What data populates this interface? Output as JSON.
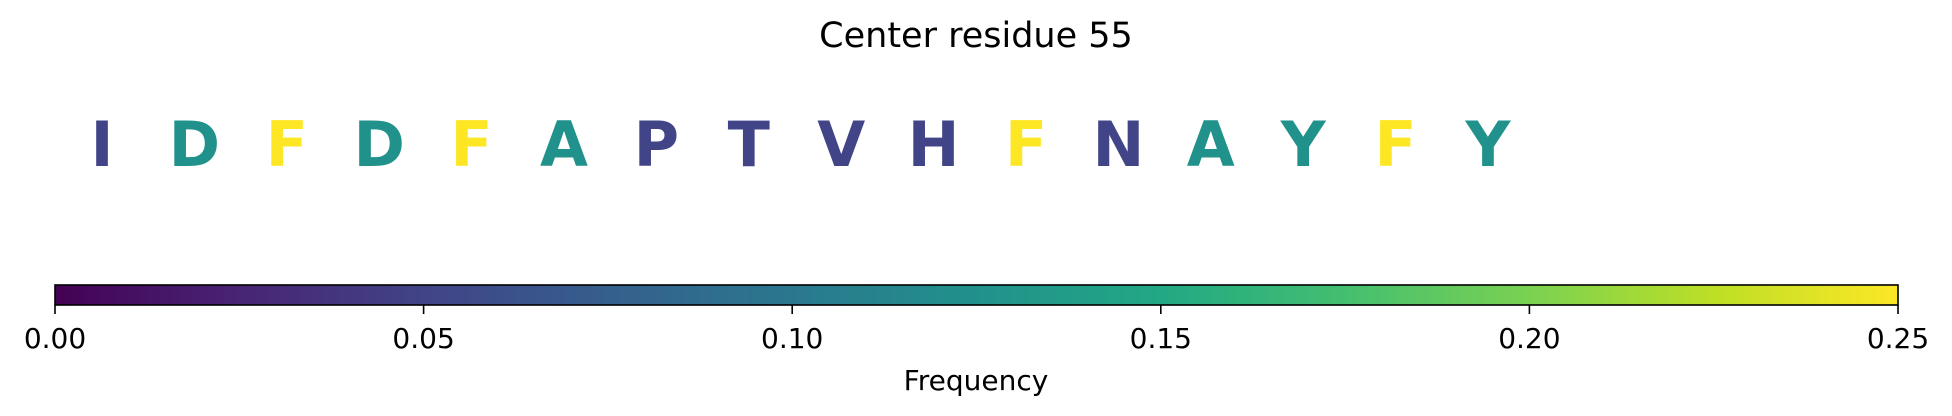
{
  "chart_data": {
    "type": "sequence-logo",
    "title": "Center residue 55",
    "residues": [
      {
        "letter": "I",
        "frequency": 0.05
      },
      {
        "letter": "D",
        "frequency": 0.125
      },
      {
        "letter": "F",
        "frequency": 0.25
      },
      {
        "letter": "D",
        "frequency": 0.125
      },
      {
        "letter": "F",
        "frequency": 0.25
      },
      {
        "letter": "A",
        "frequency": 0.125
      },
      {
        "letter": "P",
        "frequency": 0.05
      },
      {
        "letter": "T",
        "frequency": 0.05
      },
      {
        "letter": "V",
        "frequency": 0.05
      },
      {
        "letter": "H",
        "frequency": 0.05
      },
      {
        "letter": "F",
        "frequency": 0.25
      },
      {
        "letter": "N",
        "frequency": 0.05
      },
      {
        "letter": "A",
        "frequency": 0.125
      },
      {
        "letter": "Y",
        "frequency": 0.125
      },
      {
        "letter": "F",
        "frequency": 0.25
      },
      {
        "letter": "Y",
        "frequency": 0.125
      }
    ],
    "colorbar": {
      "label": "Frequency",
      "colormap": "viridis",
      "range": [
        0.0,
        0.25
      ],
      "ticks": [
        0.0,
        0.05,
        0.1,
        0.15,
        0.2,
        0.25
      ],
      "tick_labels": [
        "0.00",
        "0.05",
        "0.10",
        "0.15",
        "0.20",
        "0.25"
      ],
      "orientation": "horizontal"
    }
  }
}
